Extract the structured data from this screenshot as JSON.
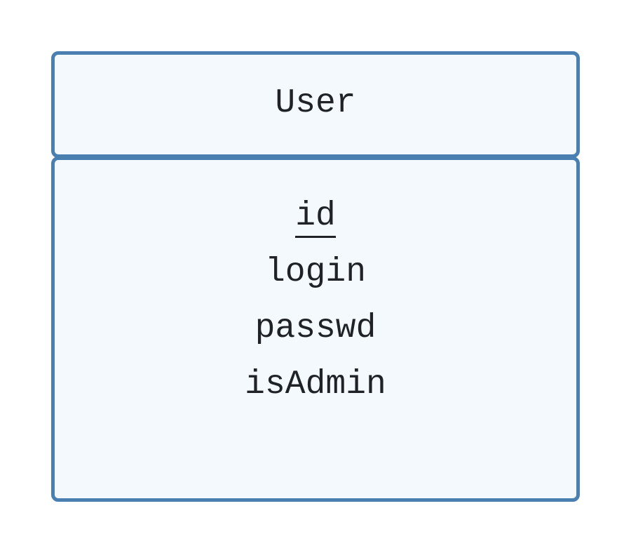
{
  "entity": {
    "name": "User",
    "attributes": [
      {
        "name": "id",
        "primary_key": true
      },
      {
        "name": "login",
        "primary_key": false
      },
      {
        "name": "passwd",
        "primary_key": false
      },
      {
        "name": "isAdmin",
        "primary_key": false
      }
    ]
  },
  "colors": {
    "border": "#4a7fb1",
    "fill": "#f4f9fd",
    "text": "#1f2328"
  }
}
